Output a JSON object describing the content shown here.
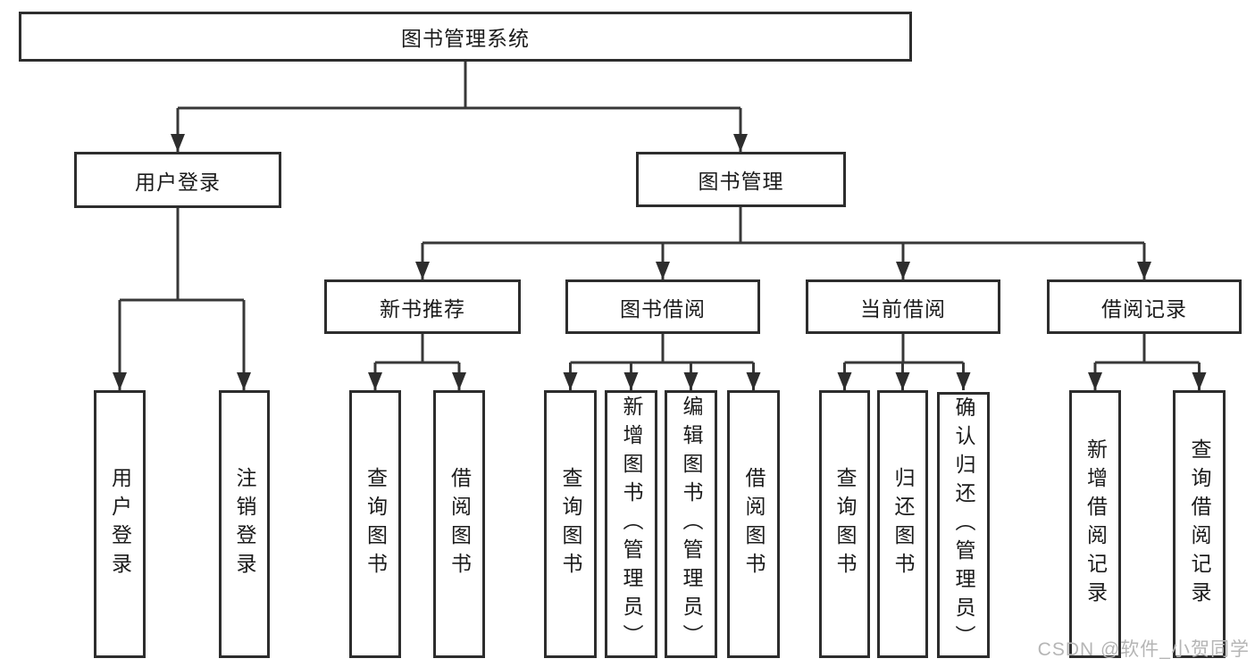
{
  "tree": {
    "root": {
      "label": "图书管理系统"
    },
    "level2": [
      {
        "label": "用户登录",
        "leaves": [
          {
            "label": "用户登录"
          },
          {
            "label": "注销登录"
          }
        ]
      },
      {
        "label": "图书管理",
        "level3": [
          {
            "label": "新书推荐",
            "leaves": [
              {
                "label": "查询图书"
              },
              {
                "label": "借阅图书"
              }
            ]
          },
          {
            "label": "图书借阅",
            "leaves": [
              {
                "label": "查询图书"
              },
              {
                "label": "新增图书（管理员）"
              },
              {
                "label": "编辑图书（管理员）"
              },
              {
                "label": "借阅图书"
              }
            ]
          },
          {
            "label": "当前借阅",
            "leaves": [
              {
                "label": "查询图书"
              },
              {
                "label": "归还图书"
              },
              {
                "label": "确认归还（管理员）"
              }
            ]
          },
          {
            "label": "借阅记录",
            "leaves": [
              {
                "label": "新增借阅记录"
              },
              {
                "label": "查询借阅记录"
              }
            ]
          }
        ]
      }
    ]
  },
  "watermark": {
    "text": "CSDN @软件_小贺同学"
  },
  "colors": {
    "background": "#ffffff",
    "border": "#2d2d2d",
    "line": "#383838",
    "text": "#1b1b1b",
    "watermark": "#b5b5b5"
  }
}
